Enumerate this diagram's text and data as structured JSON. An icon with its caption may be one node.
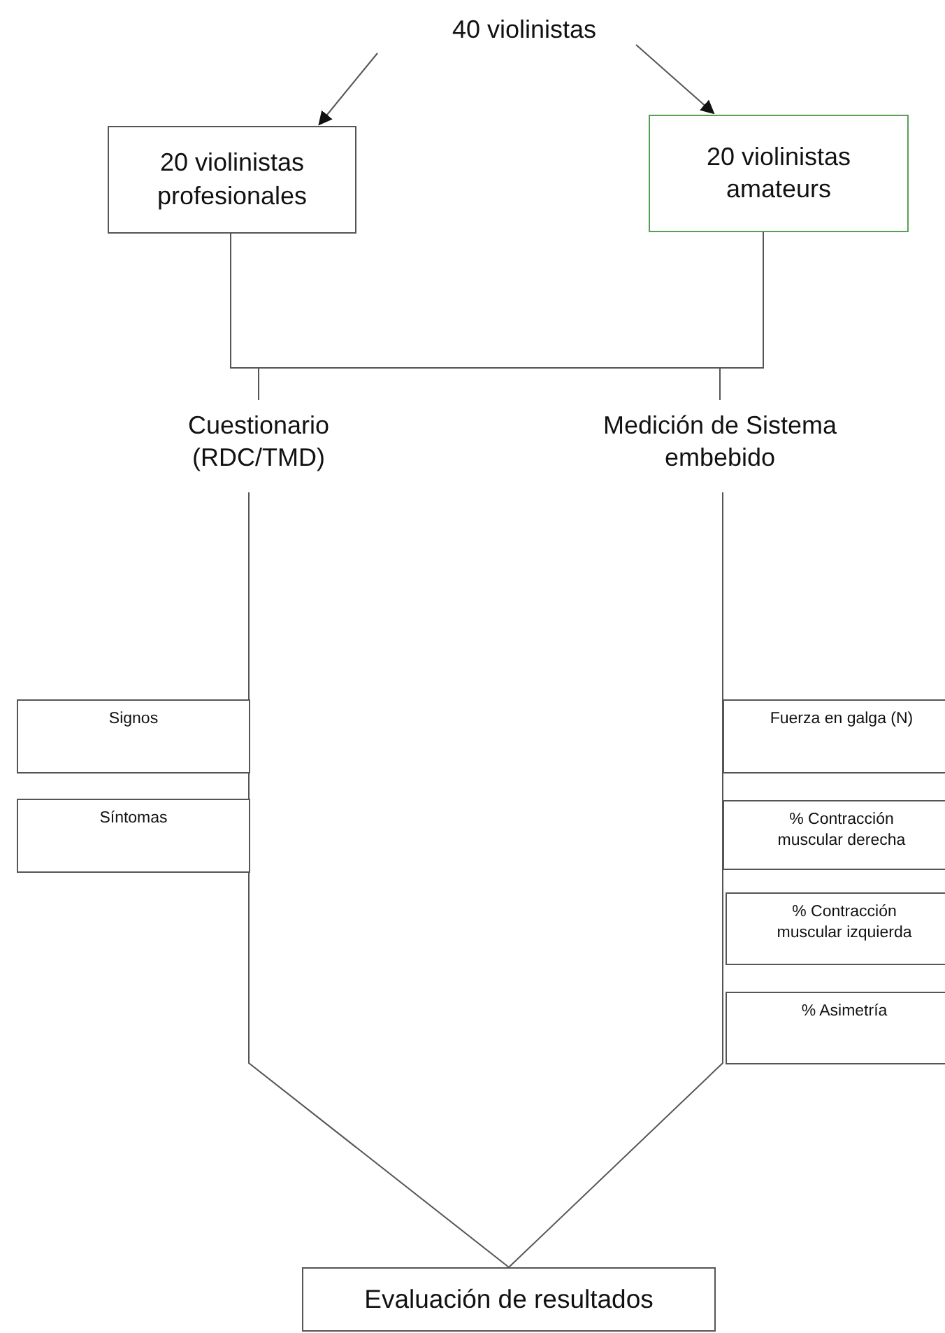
{
  "diagram": {
    "nodes": [
      {
        "text": [
          "40 violinistas"
        ]
      },
      {
        "text": [
          "20 violinistas profesionales"
        ]
      },
      {
        "text": [
          "20 violinistas amateurs"
        ]
      },
      {
        "text": [
          "Cuestionario (RDC/TMD)"
        ]
      },
      {
        "text": [
          "Medición de Sistema embebido"
        ]
      },
      {
        "text": [
          "Signos"
        ]
      },
      {
        "text": [
          "Síntomas"
        ]
      },
      {
        "text": [
          "Fuerza en galga (N)"
        ]
      },
      {
        "text": [
          "% Contracción muscular derecha"
        ]
      },
      {
        "text": [
          "% Contracción muscular izquierda"
        ]
      },
      {
        "text": [
          "% Asimetría"
        ]
      },
      {
        "text": [
          "Evaluación de resultados"
        ]
      }
    ],
    "edges": [
      {
        "from": 0,
        "to": 1,
        "arrow": "to"
      },
      {
        "from": 0,
        "to": 2,
        "arrow": "to"
      },
      {
        "from": 1,
        "to": 3,
        "arrow": "none"
      },
      {
        "from": 1,
        "to": 4,
        "arrow": "none"
      },
      {
        "from": 2,
        "to": 3,
        "arrow": "none"
      },
      {
        "from": 2,
        "to": 4,
        "arrow": "none"
      },
      {
        "from": 3,
        "to": 11,
        "arrow": "none"
      },
      {
        "from": 4,
        "to": 11,
        "arrow": "none"
      }
    ]
  }
}
